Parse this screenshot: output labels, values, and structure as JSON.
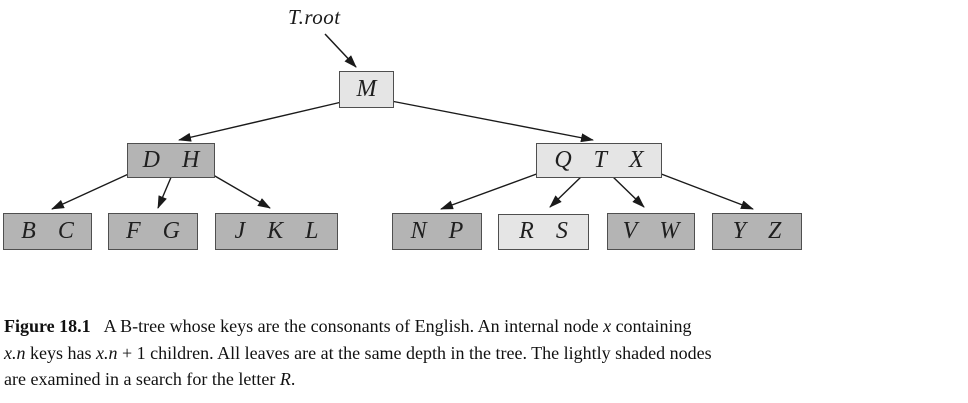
{
  "tree": {
    "root_label": "T.root",
    "nodes": [
      {
        "id": "M",
        "keys": [
          "M"
        ],
        "shade": "light"
      },
      {
        "id": "DH",
        "keys": [
          "D",
          "H"
        ],
        "shade": "dark"
      },
      {
        "id": "QTX",
        "keys": [
          "Q",
          "T",
          "X"
        ],
        "shade": "light"
      },
      {
        "id": "BC",
        "keys": [
          "B",
          "C"
        ],
        "shade": "dark"
      },
      {
        "id": "FG",
        "keys": [
          "F",
          "G"
        ],
        "shade": "dark"
      },
      {
        "id": "JKL",
        "keys": [
          "J",
          "K",
          "L"
        ],
        "shade": "dark"
      },
      {
        "id": "NP",
        "keys": [
          "N",
          "P"
        ],
        "shade": "dark"
      },
      {
        "id": "RS",
        "keys": [
          "R",
          "S"
        ],
        "shade": "light"
      },
      {
        "id": "VW",
        "keys": [
          "V",
          "W"
        ],
        "shade": "dark"
      },
      {
        "id": "YZ",
        "keys": [
          "Y",
          "Z"
        ],
        "shade": "dark"
      }
    ],
    "colors": {
      "light_shade": "#e5e5e5",
      "dark_shade": "#b4b4b4",
      "border": "#4f4f4f",
      "line": "#1a1a1a"
    }
  },
  "caption": {
    "label": "Figure 18.1",
    "line1_a": "A B-tree whose keys are the consonants of English.  An internal node ",
    "line1_i": "x",
    "line1_b": " containing",
    "line2_i1": "x.n",
    "line2_a": " keys has ",
    "line2_i2": "x.n",
    "line2_b": " + 1 children. All leaves are at the same depth in the tree. The lightly shaded nodes",
    "line3_a": "are examined in a search for the letter ",
    "line3_i": "R",
    "line3_b": "."
  }
}
